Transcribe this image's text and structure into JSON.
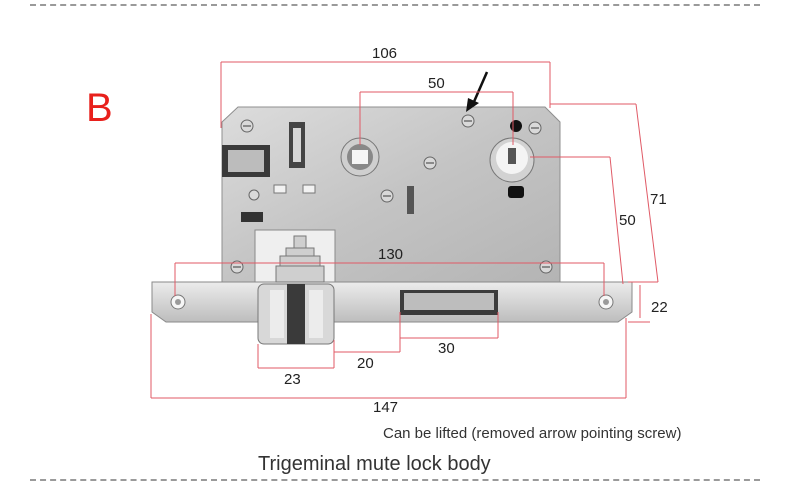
{
  "label_letter": "B",
  "dimensions": {
    "d106": "106",
    "d50_top": "50",
    "d71": "71",
    "d50_right": "50",
    "d130": "130",
    "d22": "22",
    "d30": "30",
    "d20": "20",
    "d23": "23",
    "d147": "147"
  },
  "note": "Can be lifted (removed arrow pointing screw)",
  "caption": "Trigeminal mute lock body",
  "colors": {
    "accent": "#e8201c",
    "dimension_line": "#e05a66",
    "steel": "#c9c9c9"
  }
}
